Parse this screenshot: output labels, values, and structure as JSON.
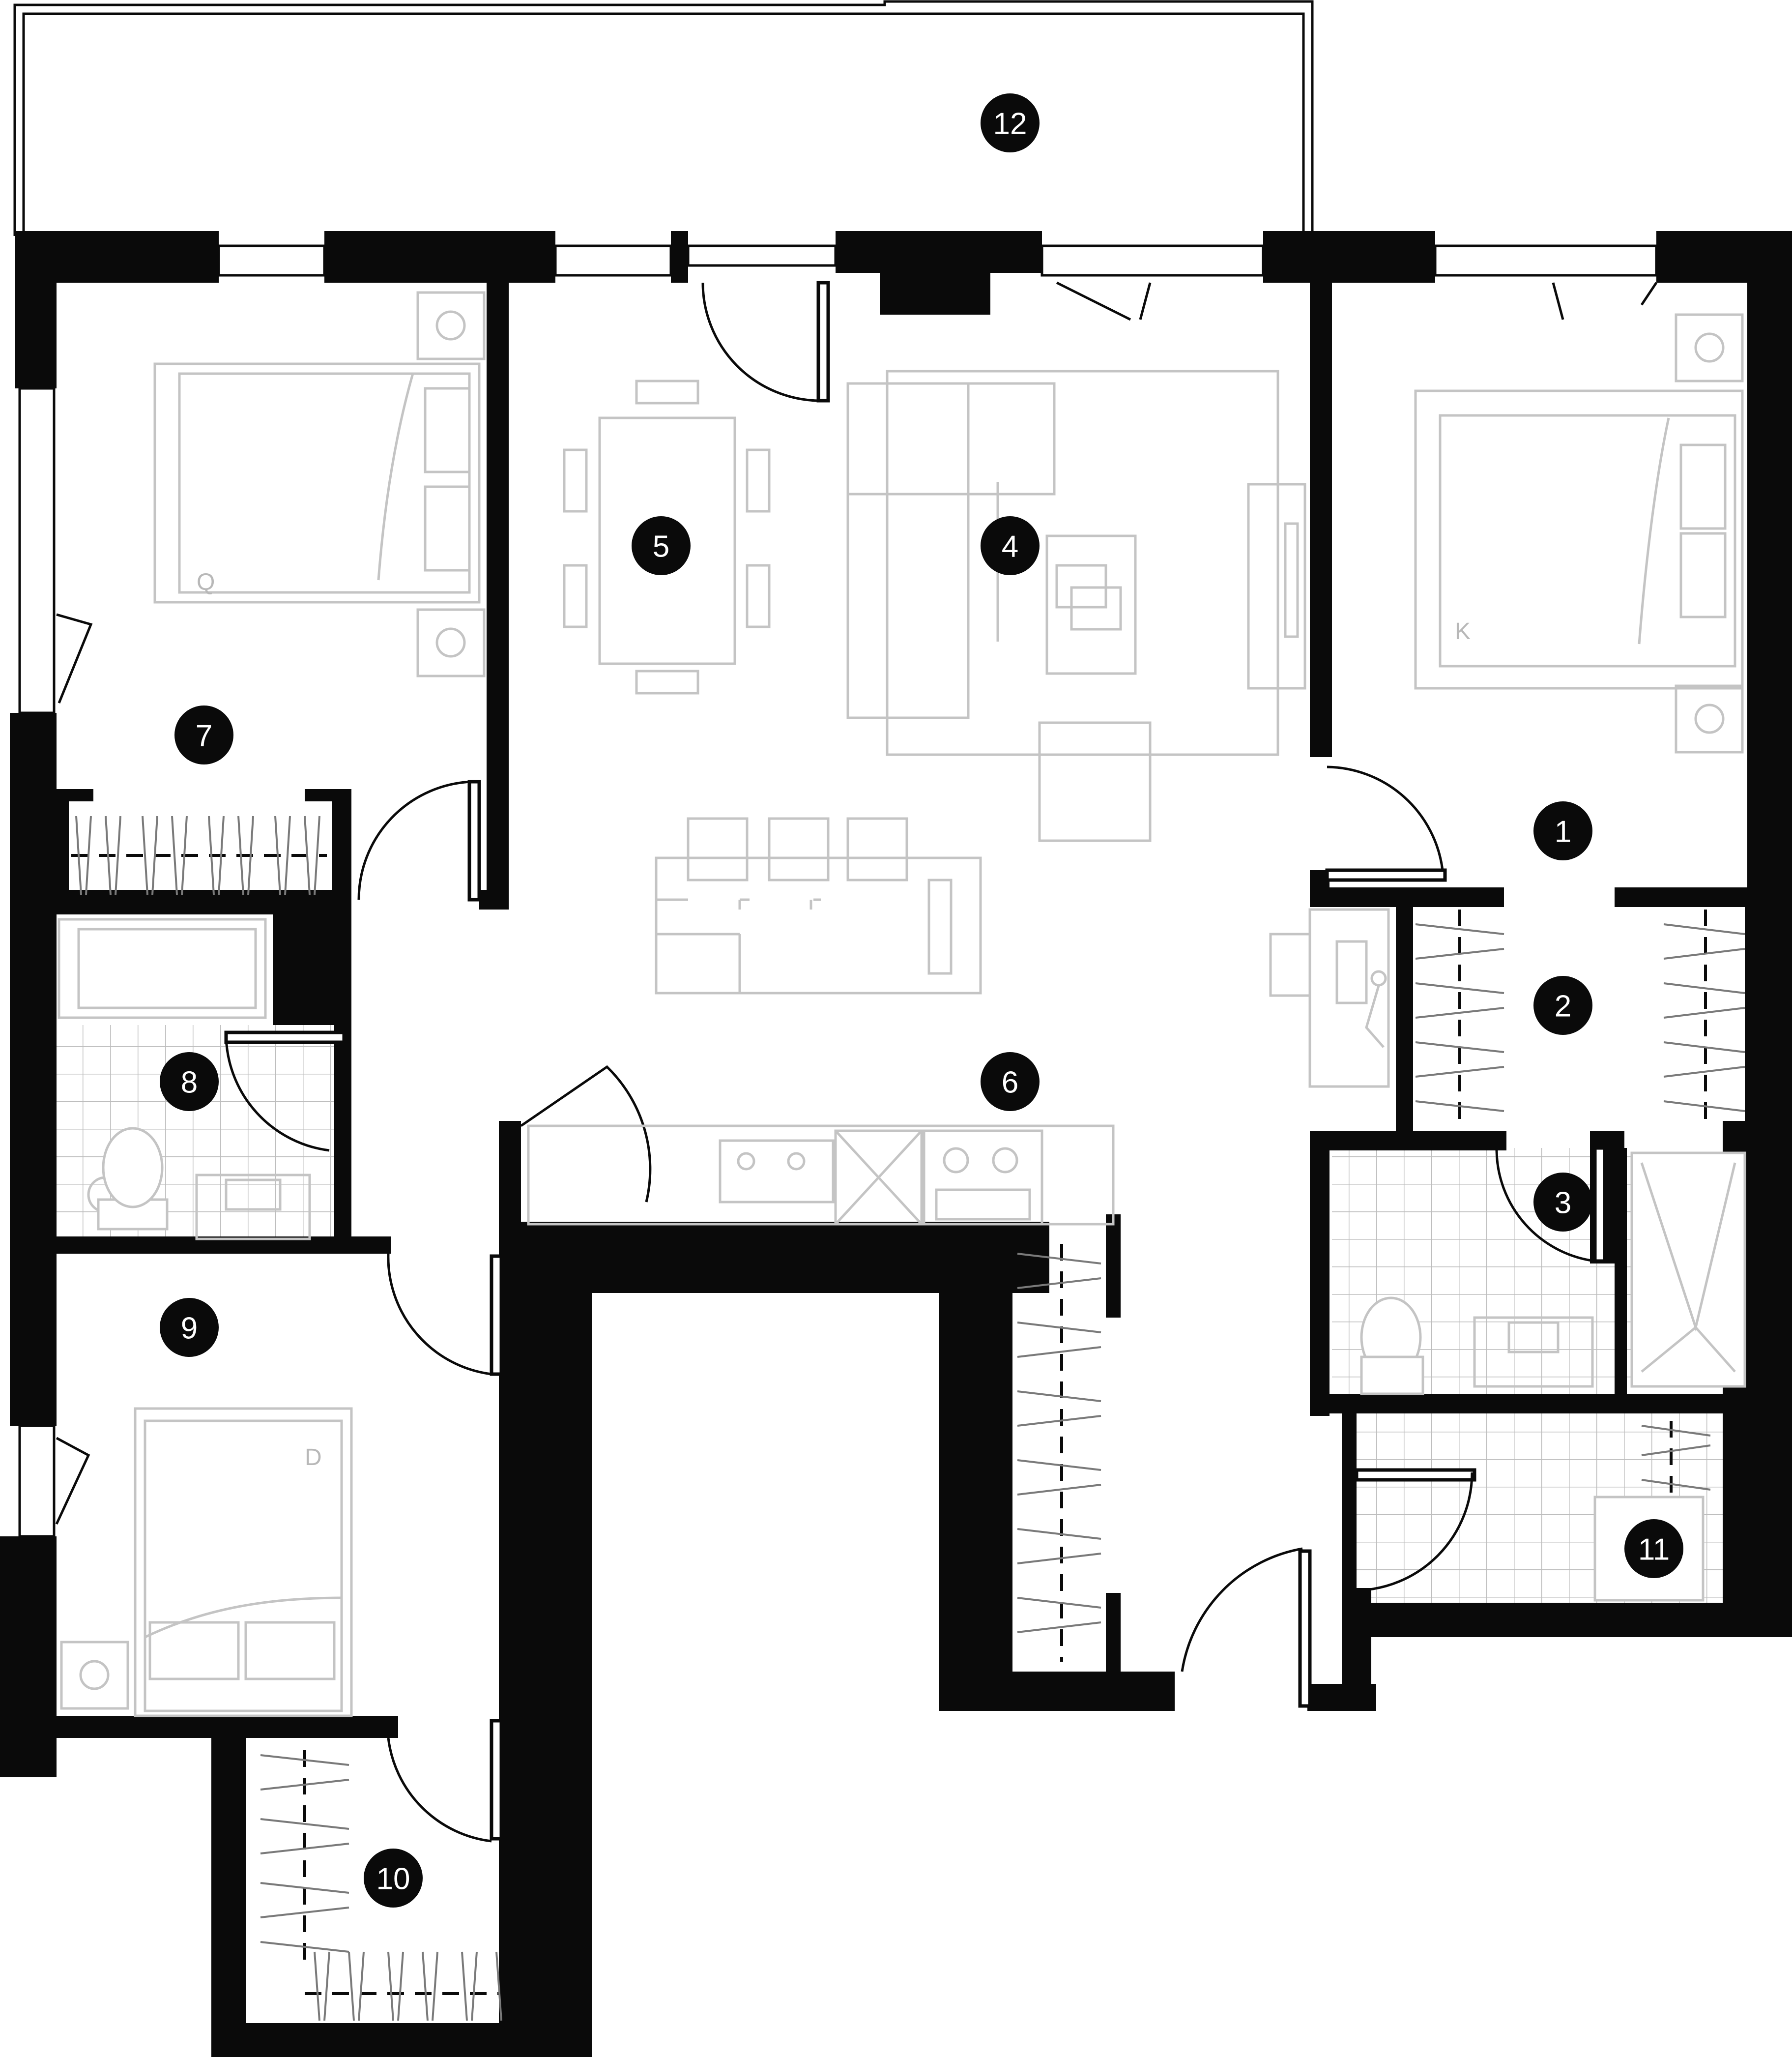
{
  "plan": {
    "rooms": [
      {
        "id": "1",
        "label": "1"
      },
      {
        "id": "2",
        "label": "2"
      },
      {
        "id": "3",
        "label": "3"
      },
      {
        "id": "4",
        "label": "4"
      },
      {
        "id": "5",
        "label": "5"
      },
      {
        "id": "6",
        "label": "6"
      },
      {
        "id": "7",
        "label": "7"
      },
      {
        "id": "8",
        "label": "8"
      },
      {
        "id": "9",
        "label": "9"
      },
      {
        "id": "10",
        "label": "10"
      },
      {
        "id": "11",
        "label": "11"
      },
      {
        "id": "12",
        "label": "12"
      }
    ],
    "bed_labels": {
      "queen": "Q",
      "king": "K",
      "double": "D"
    }
  }
}
